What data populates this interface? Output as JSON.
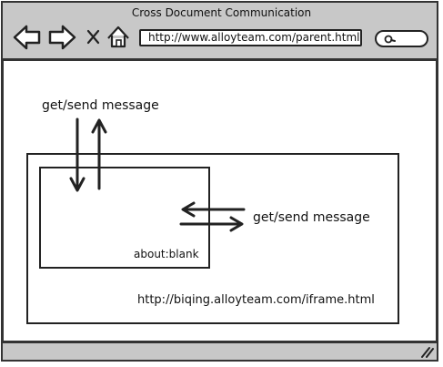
{
  "window": {
    "title": "Cross Document Communication",
    "address": "http://www.alloyteam.com/parent.html",
    "icons": [
      "back-arrow-icon",
      "forward-arrow-icon",
      "close-x-icon",
      "home-icon",
      "search-icon",
      "resize-grip-icon"
    ]
  },
  "diagram": {
    "top_message": "get/send message",
    "right_message": "get/send message",
    "inner_frame_label": "about:blank",
    "iframe_url": "http://biqing.alloyteam.com/iframe.html"
  }
}
